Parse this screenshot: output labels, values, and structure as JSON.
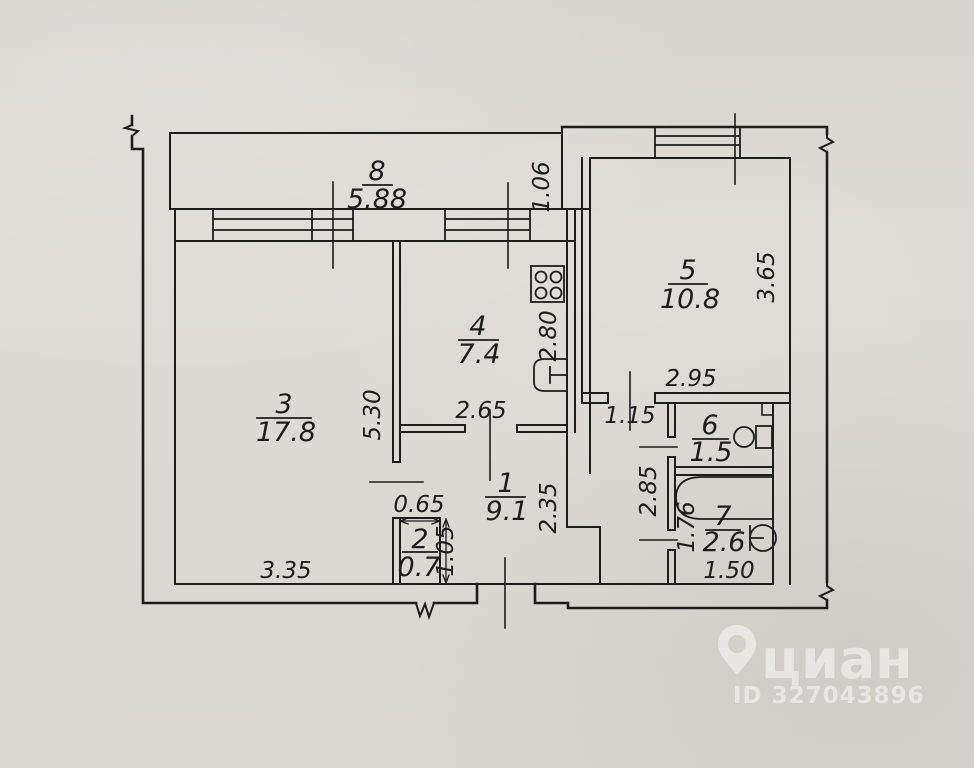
{
  "document": {
    "type": "apartment floor plan"
  },
  "watermark": {
    "brand": "циан",
    "id": "ID 327043896"
  },
  "rooms": [
    {
      "number": "1",
      "value": "9.1"
    },
    {
      "number": "2",
      "value": "0.7"
    },
    {
      "number": "3",
      "value": "17.8"
    },
    {
      "number": "4",
      "value": "7.4"
    },
    {
      "number": "5",
      "value": "10.8"
    },
    {
      "number": "6",
      "value": "1.5"
    },
    {
      "number": "7",
      "value": "2.6"
    },
    {
      "number": "8",
      "value": "5.88"
    }
  ],
  "dimensions": {
    "balcony_depth": "1.06",
    "room5_height": "3.65",
    "room5_width": "2.95",
    "kitchen_height": "2.80",
    "kitchen_width": "2.65",
    "room3_height": "5.30",
    "room3_width": "3.35",
    "hall_height": "2.35",
    "closet_width": "0.65",
    "closet_height": "1.05",
    "passage_width": "1.15",
    "passage_height": "2.85",
    "bathroom_height": "1.76",
    "bathroom_width": "1.50"
  },
  "colors": {
    "paper": "#dcd9d4",
    "ink": "#1d1d1d",
    "watermark": "#ffffff"
  }
}
